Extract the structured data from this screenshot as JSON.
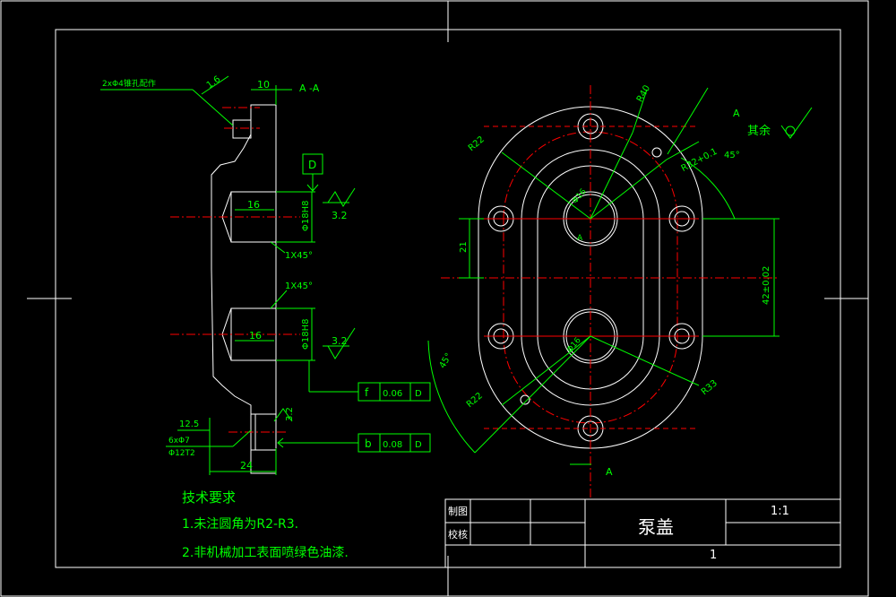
{
  "drawing": {
    "title": "泵盖",
    "scale": "1:1",
    "sheet_number": "1",
    "title_block": {
      "drawn_label": "制图",
      "checked_label": "校核"
    }
  },
  "section_view": {
    "label": "A -A",
    "fit_note": "2xΦ4锥孔配作",
    "dims": {
      "chamfer_top": "1.6",
      "top_width": "10",
      "bore_depth_1": "16",
      "bore_depth_2": "16",
      "bore_dia_1": "Φ18H8",
      "bore_dia_2": "Φ18H8",
      "chamfer_1": "1X45°",
      "chamfer_2": "1X45°",
      "dim_12_5": "12.5",
      "thread": "6xΦ7",
      "thread_dia": "Φ12T2",
      "width_24": "24"
    },
    "roughness": {
      "r1": "3.2",
      "r2": "3.2",
      "r3": "3.2"
    },
    "datum": "D",
    "tolerances": [
      {
        "symbol": "f",
        "value": "0.06",
        "datum": "D"
      },
      {
        "symbol": "b",
        "value": "0.08",
        "datum": "D"
      }
    ]
  },
  "plan_view": {
    "view_label_top": "A",
    "view_label_bottom": "A",
    "view_label_inner": "A",
    "other_roughness": "其余",
    "dims": {
      "r40": "R40",
      "r22_top": "R22",
      "r22_bottom": "R22",
      "r32": "R32+0.1",
      "angle_45": "45°",
      "r33": "R33",
      "dim_21": "21",
      "dim_42": "42±0.02",
      "angle_left": "45°",
      "phi_top": "Φ16",
      "phi_bottom": "Φ16"
    }
  },
  "notes": {
    "heading": "技术要求",
    "items": [
      "1.未注圆角为R2-R3.",
      "2.非机械加工表面喷绿色油漆."
    ]
  }
}
